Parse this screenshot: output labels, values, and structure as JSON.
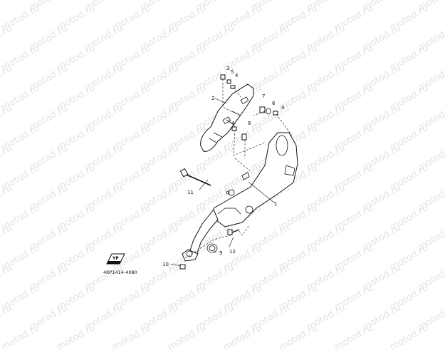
{
  "watermark": "motod.ru",
  "callouts": {
    "c1": "1",
    "c2": "2",
    "c3": "3",
    "c4a": "4",
    "c4b": "4",
    "c4c": "4",
    "c5": "5",
    "c6": "6",
    "c7": "7",
    "c8": "8",
    "c9": "9",
    "c10": "10",
    "c11": "11",
    "c12": "12"
  },
  "part_code": "4KP1414-4080",
  "badge_text": "YP"
}
